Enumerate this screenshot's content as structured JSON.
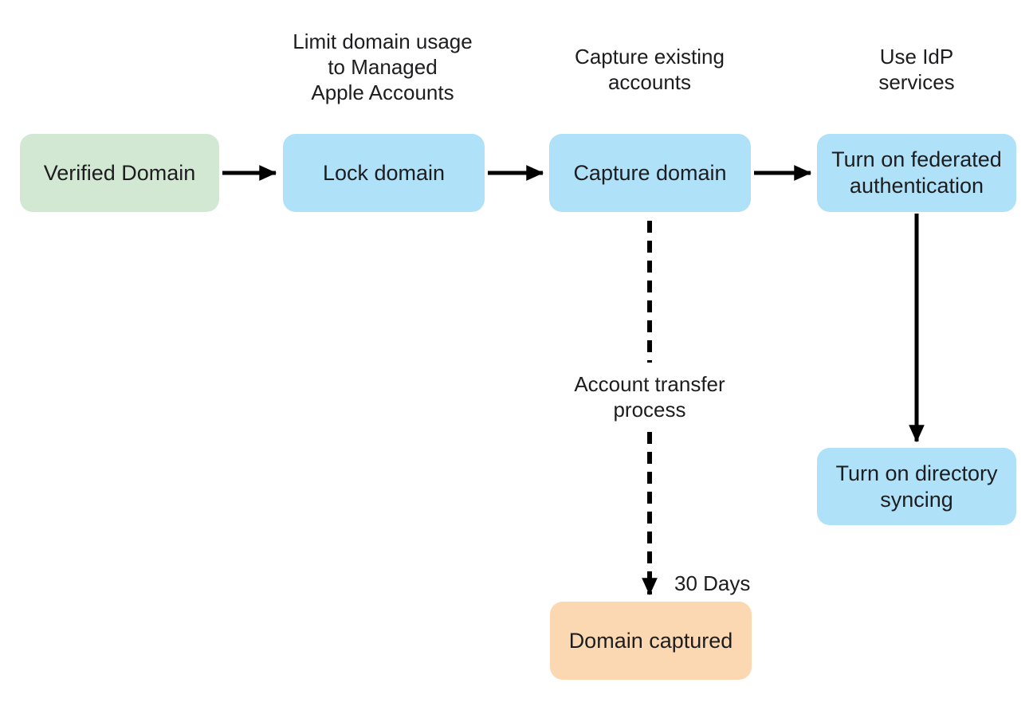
{
  "colors": {
    "background": "#ffffff",
    "node_green": "#d2e8d3",
    "node_blue": "#afe1f8",
    "node_orange": "#fbd8b2",
    "text": "#1d1d1f",
    "arrow": "#000000"
  },
  "nodes": {
    "verified_domain": {
      "label": "Verified Domain",
      "type": "green"
    },
    "lock_domain": {
      "label": "Lock domain",
      "type": "blue"
    },
    "capture_domain": {
      "label": "Capture domain",
      "type": "blue"
    },
    "federated_auth": {
      "label": "Turn on federated\nauthentication",
      "type": "blue"
    },
    "directory_syncing": {
      "label": "Turn on directory\nsyncing",
      "type": "blue"
    },
    "domain_captured": {
      "label": "Domain captured",
      "type": "orange"
    }
  },
  "annotations": {
    "limit_domain_usage": "Limit domain usage\nto Managed\nApple Accounts",
    "capture_existing": "Capture existing\naccounts",
    "use_idp": "Use IdP\nservices",
    "account_transfer": "Account transfer\nprocess",
    "thirty_days": "30 Days"
  },
  "edges": [
    {
      "from": "verified_domain",
      "to": "lock_domain",
      "style": "solid"
    },
    {
      "from": "lock_domain",
      "to": "capture_domain",
      "style": "solid"
    },
    {
      "from": "capture_domain",
      "to": "federated_auth",
      "style": "solid"
    },
    {
      "from": "federated_auth",
      "to": "directory_syncing",
      "style": "solid"
    },
    {
      "from": "capture_domain",
      "to": "domain_captured",
      "style": "dashed",
      "label": "Account transfer process",
      "duration_label": "30 Days"
    }
  ]
}
